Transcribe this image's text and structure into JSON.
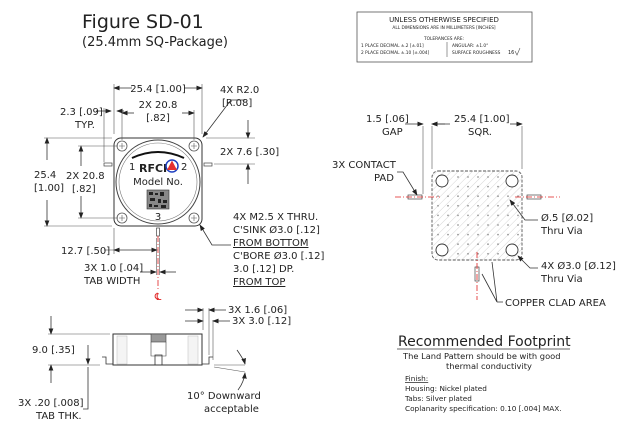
{
  "title": {
    "figure": "Figure SD-01",
    "subtitle": "(25.4mm SQ-Package)"
  },
  "spec_box": {
    "heading": "UNLESS OTHERWISE SPECIFIED",
    "units": "ALL DIMENSIONS ARE IN MILLIMETERS [INCHES]",
    "tolerances_label": "TOLERANCES ARE:",
    "row1_left": "1 PLACE DECIMAL   ±.2   [±.01]",
    "row2_left": "2 PLACE DECIMAL   ±.10 [±.004]",
    "row1_right": "ANGULAR:   ±1.0°",
    "row2_right": "SURFACE ROUGHNESS",
    "roughness_value": "16"
  },
  "top_view": {
    "width_dim": "25.4 [1.00]",
    "hole_spacing_x_line1": "2X 20.8",
    "hole_spacing_x_line2": "[.82]",
    "tab_len_line1": "2.3 [.09]",
    "tab_len_line2": "TYP.",
    "corner_radius_line1": "4X R2.0",
    "corner_radius_line2": "[R.08]",
    "tab_offset": "2X 7.6 [.30]",
    "height_dim_line1": "25.4",
    "height_dim_line2": "[1.00]",
    "hole_spacing_y_line1": "2X 20.8",
    "hole_spacing_y_line2": "[.82]",
    "brand": "RFCI",
    "model": "Model No.",
    "port1": "1",
    "port2": "2",
    "port3": "3",
    "center_offset": "12.7 [.50]",
    "tab_width_line1": "3X 1.0 [.04]",
    "tab_width_line2": "TAB WIDTH",
    "centerline_symbol": "℄",
    "hole_note": [
      "4X M2.5 X THRU.",
      "C'SINK Ø3.0 [.12]",
      "FROM BOTTOM",
      "C'BORE Ø3.0 [.12]",
      "3.0 [.12] DP.",
      "FROM TOP"
    ]
  },
  "side_view": {
    "height_dim": "9.0 [.35]",
    "tab_thk_line1": "3X .20 [.008]",
    "tab_thk_line2": "TAB THK.",
    "dim_a": "3X 1.6 [.06]",
    "dim_b": "3X 3.0 [.12]",
    "angle_line1": "10° Downward",
    "angle_line2": "acceptable"
  },
  "footprint": {
    "gap_line1": "1.5 [.06]",
    "gap_line2": "GAP",
    "size_line1": "25.4 [1.00]",
    "size_line2": "SQR.",
    "contact_line1": "3X  CONTACT",
    "contact_line2": "PAD",
    "via_small_line1": "Ø.5 [Ø.02]",
    "via_small_line2": "Thru Via",
    "via_large_line1": "4X Ø3.0 [Ø.12]",
    "via_large_line2": "Thru Via",
    "copper": "COPPER CLAD AREA"
  },
  "recommended": {
    "heading": "Recommended Footprint",
    "desc_line1": "The Land Pattern should be with good",
    "desc_line2": "thermal conductivity",
    "finish_label": "Finish:",
    "housing": "Housing: Nickel plated",
    "tabs": "Tabs: Silver plated",
    "coplanarity": "Coplanarity specification: 0.10 [.004] MAX."
  },
  "colors": {
    "centerline": "#e02020",
    "logo_red": "#e53030",
    "logo_blue": "#2040c0"
  }
}
